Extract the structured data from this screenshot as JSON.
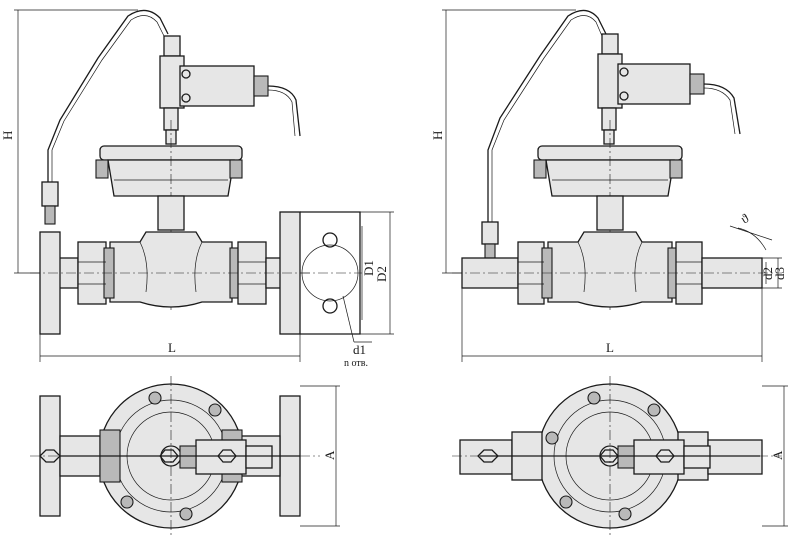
{
  "labels": {
    "height": "H",
    "length": "L",
    "flange_d1": "D1",
    "flange_d2": "D2",
    "hole_d": "d1",
    "holes_note": "n отв.",
    "width": "A",
    "weld_angle": "ϑ",
    "pipe_d2": "d2",
    "pipe_d3": "d3"
  }
}
